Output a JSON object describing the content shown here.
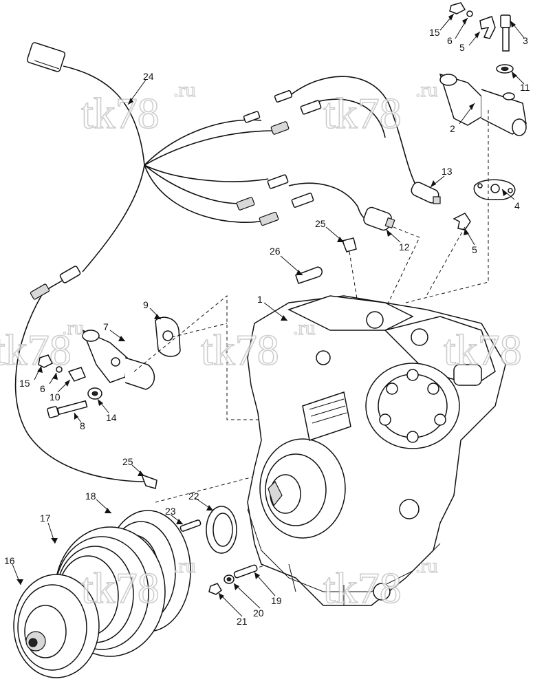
{
  "watermark": {
    "text": "tk78",
    "suffix": ".ru"
  },
  "callouts": [
    {
      "id": "c15a",
      "label": "15"
    },
    {
      "id": "c6a",
      "label": "6"
    },
    {
      "id": "c5a",
      "label": "5"
    },
    {
      "id": "c3",
      "label": "3"
    },
    {
      "id": "c11",
      "label": "11"
    },
    {
      "id": "c2",
      "label": "2"
    },
    {
      "id": "c24",
      "label": "24"
    },
    {
      "id": "c13",
      "label": "13"
    },
    {
      "id": "c4",
      "label": "4"
    },
    {
      "id": "c25a",
      "label": "25"
    },
    {
      "id": "c12",
      "label": "12"
    },
    {
      "id": "c5b",
      "label": "5"
    },
    {
      "id": "c26",
      "label": "26"
    },
    {
      "id": "c1",
      "label": "1"
    },
    {
      "id": "c9",
      "label": "9"
    },
    {
      "id": "c7",
      "label": "7"
    },
    {
      "id": "c15b",
      "label": "15"
    },
    {
      "id": "c6b",
      "label": "6"
    },
    {
      "id": "c10",
      "label": "10"
    },
    {
      "id": "c14",
      "label": "14"
    },
    {
      "id": "c8",
      "label": "8"
    },
    {
      "id": "c25b",
      "label": "25"
    },
    {
      "id": "c18",
      "label": "18"
    },
    {
      "id": "c23",
      "label": "23"
    },
    {
      "id": "c22",
      "label": "22"
    },
    {
      "id": "c17",
      "label": "17"
    },
    {
      "id": "c16",
      "label": "16"
    },
    {
      "id": "c19",
      "label": "19"
    },
    {
      "id": "c20",
      "label": "20"
    },
    {
      "id": "c21",
      "label": "21"
    }
  ]
}
